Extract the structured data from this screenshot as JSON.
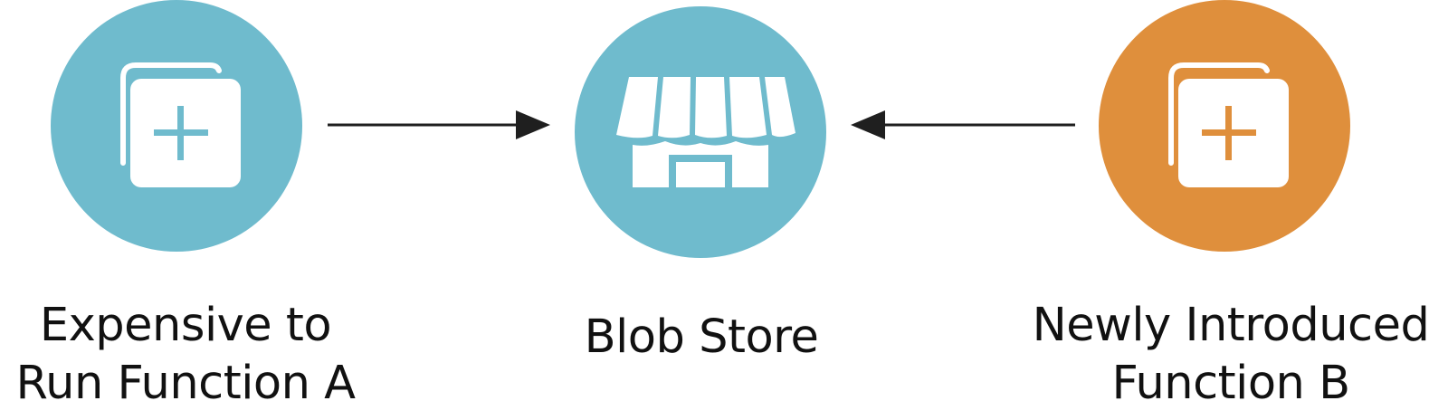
{
  "nodes": [
    {
      "id": "function-a",
      "icon": "copy-plus-icon",
      "color": "#6fbbcd",
      "label_lines": [
        "Expensive to",
        "Run Function A"
      ]
    },
    {
      "id": "blob-store",
      "icon": "storefront-icon",
      "color": "#6fbbcd",
      "label_lines": [
        "Blob Store"
      ]
    },
    {
      "id": "function-b",
      "icon": "copy-plus-icon",
      "color": "#df8f3c",
      "label_lines": [
        "Newly Introduced",
        "Function B"
      ]
    }
  ],
  "edges": [
    {
      "from": "function-a",
      "to": "blob-store"
    },
    {
      "from": "function-b",
      "to": "blob-store"
    }
  ],
  "colors": {
    "teal": "#6fbbcd",
    "orange": "#df8f3c",
    "arrow": "#1f1f1f",
    "text": "#111111"
  }
}
